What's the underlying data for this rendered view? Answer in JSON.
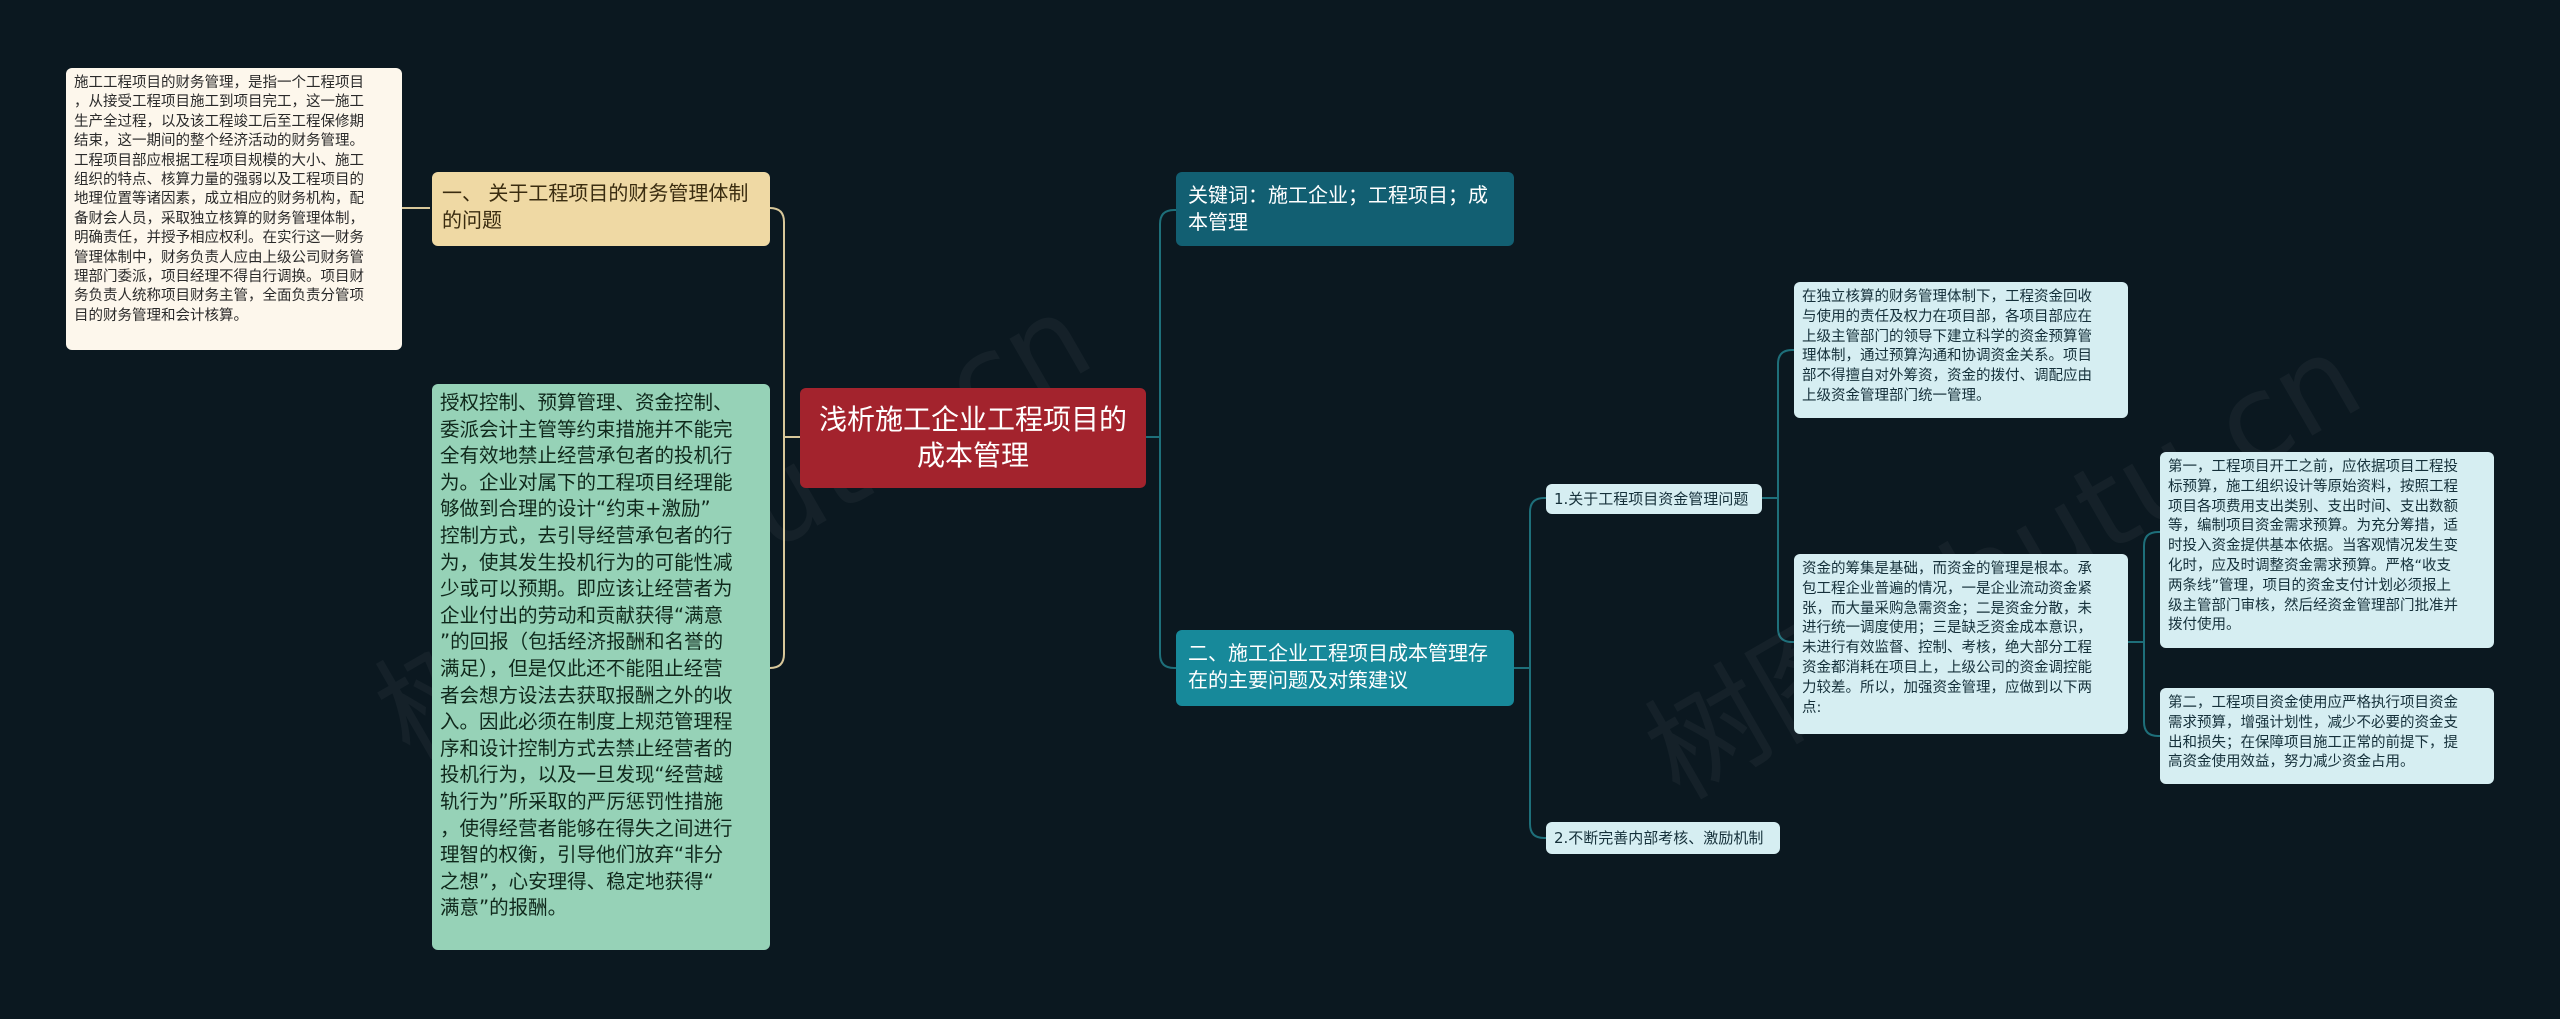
{
  "root": {
    "label": "浅析施工企业工程项目的\n成本管理"
  },
  "left": {
    "branch1": {
      "label": "一、 关于工程项目的财务管理体制\n的问题",
      "detail": "施工工程项目的财务管理，是指一个工程项目\n，从接受工程项目施工到项目完工，这一施工\n生产全过程，以及该工程竣工后至工程保修期\n结束，这一期间的整个经济活动的财务管理。\n工程项目部应根据工程项目规模的大小、施工\n组织的特点、核算力量的强弱以及工程项目的\n地理位置等诸因素，成立相应的财务机构，配\n备财会人员，采取独立核算的财务管理体制，\n明确责任，并授予相应权利。在实行这一财务\n管理体制中，财务负责人应由上级公司财务管\n理部门委派，项目经理不得自行调换。项目财\n务负责人统称项目财务主管，全面负责分管项\n目的财务管理和会计核算。"
    },
    "branch2": {
      "label": "授权控制、预算管理、资金控制、\n委派会计主管等约束措施并不能完\n全有效地禁止经营承包者的投机行\n为。企业对属下的工程项目经理能\n够做到合理的设计“约束+激励”\n控制方式，去引导经营承包者的行\n为，使其发生投机行为的可能性减\n少或可以预期。即应该让经营者为\n企业付出的劳动和贡献获得“满意\n”的回报（包括经济报酬和名誉的\n满足），但是仅此还不能阻止经营\n者会想方设法去获取报酬之外的收\n入。因此必须在制度上规范管理程\n序和设计控制方式去禁止经营者的\n投机行为，以及一旦发现“经营越\n轨行为”所采取的严厉惩罚性措施\n，使得经营者能够在得失之间进行\n理智的权衡，引导他们放弃“非分\n之想”，心安理得、稳定地获得“\n满意”的报酬。"
    }
  },
  "right": {
    "keywords": {
      "label": "关键词：施工企业；工程项目；成\n本管理"
    },
    "section2": {
      "label": "二、施工企业工程项目成本管理存\n在的主要问题及对策建议",
      "sub1": {
        "label": "1.关于工程项目资金管理问题",
        "leaf1": "在独立核算的财务管理体制下，工程资金回收\n与使用的责任及权力在项目部，各项目部应在\n上级主管部门的领导下建立科学的资金预算管\n理体制，通过预算沟通和协调资金关系。项目\n部不得擅自对外筹资，资金的拨付、调配应由\n上级资金管理部门统一管理。",
        "leaf2": "资金的筹集是基础，而资金的管理是根本。承\n包工程企业普遍的情况，一是企业流动资金紧\n张，而大量采购急需资金；二是资金分散，未\n进行统一调度使用；三是缺乏资金成本意识，\n未进行有效监督、控制、考核，绝大部分工程\n资金都消耗在项目上，上级公司的资金调控能\n力较差。所以，加强资金管理，应做到以下两\n点:",
        "point1": "第一，工程项目开工之前，应依据项目工程投\n标预算，施工组织设计等原始资料，按照工程\n项目各项费用支出类别、支出时间、支出数额\n等，编制项目资金需求预算。为充分筹措，适\n时投入资金提供基本依据。当客观情况发生变\n化时，应及时调整资金需求预算。严格“收支\n两条线”管理，项目的资金支付计划必须报上\n级主管部门审核，然后经资金管理部门批准并\n拨付使用。",
        "point2": "第二，工程项目资金使用应严格执行项目资金\n需求预算，增强计划性，减少不必要的资金支\n出和损失；在保障项目施工正常的前提下，提\n高资金使用效益，努力减少资金占用。"
      },
      "sub2": {
        "label": "2.不断完善内部考核、激励机制"
      }
    }
  },
  "watermarks": [
    "树图 shutu.cn",
    "树图 shutu.cn"
  ],
  "colors": {
    "link_left": "#d8c79a",
    "link_right": "#1e6f7a",
    "root": "#a3232d"
  }
}
